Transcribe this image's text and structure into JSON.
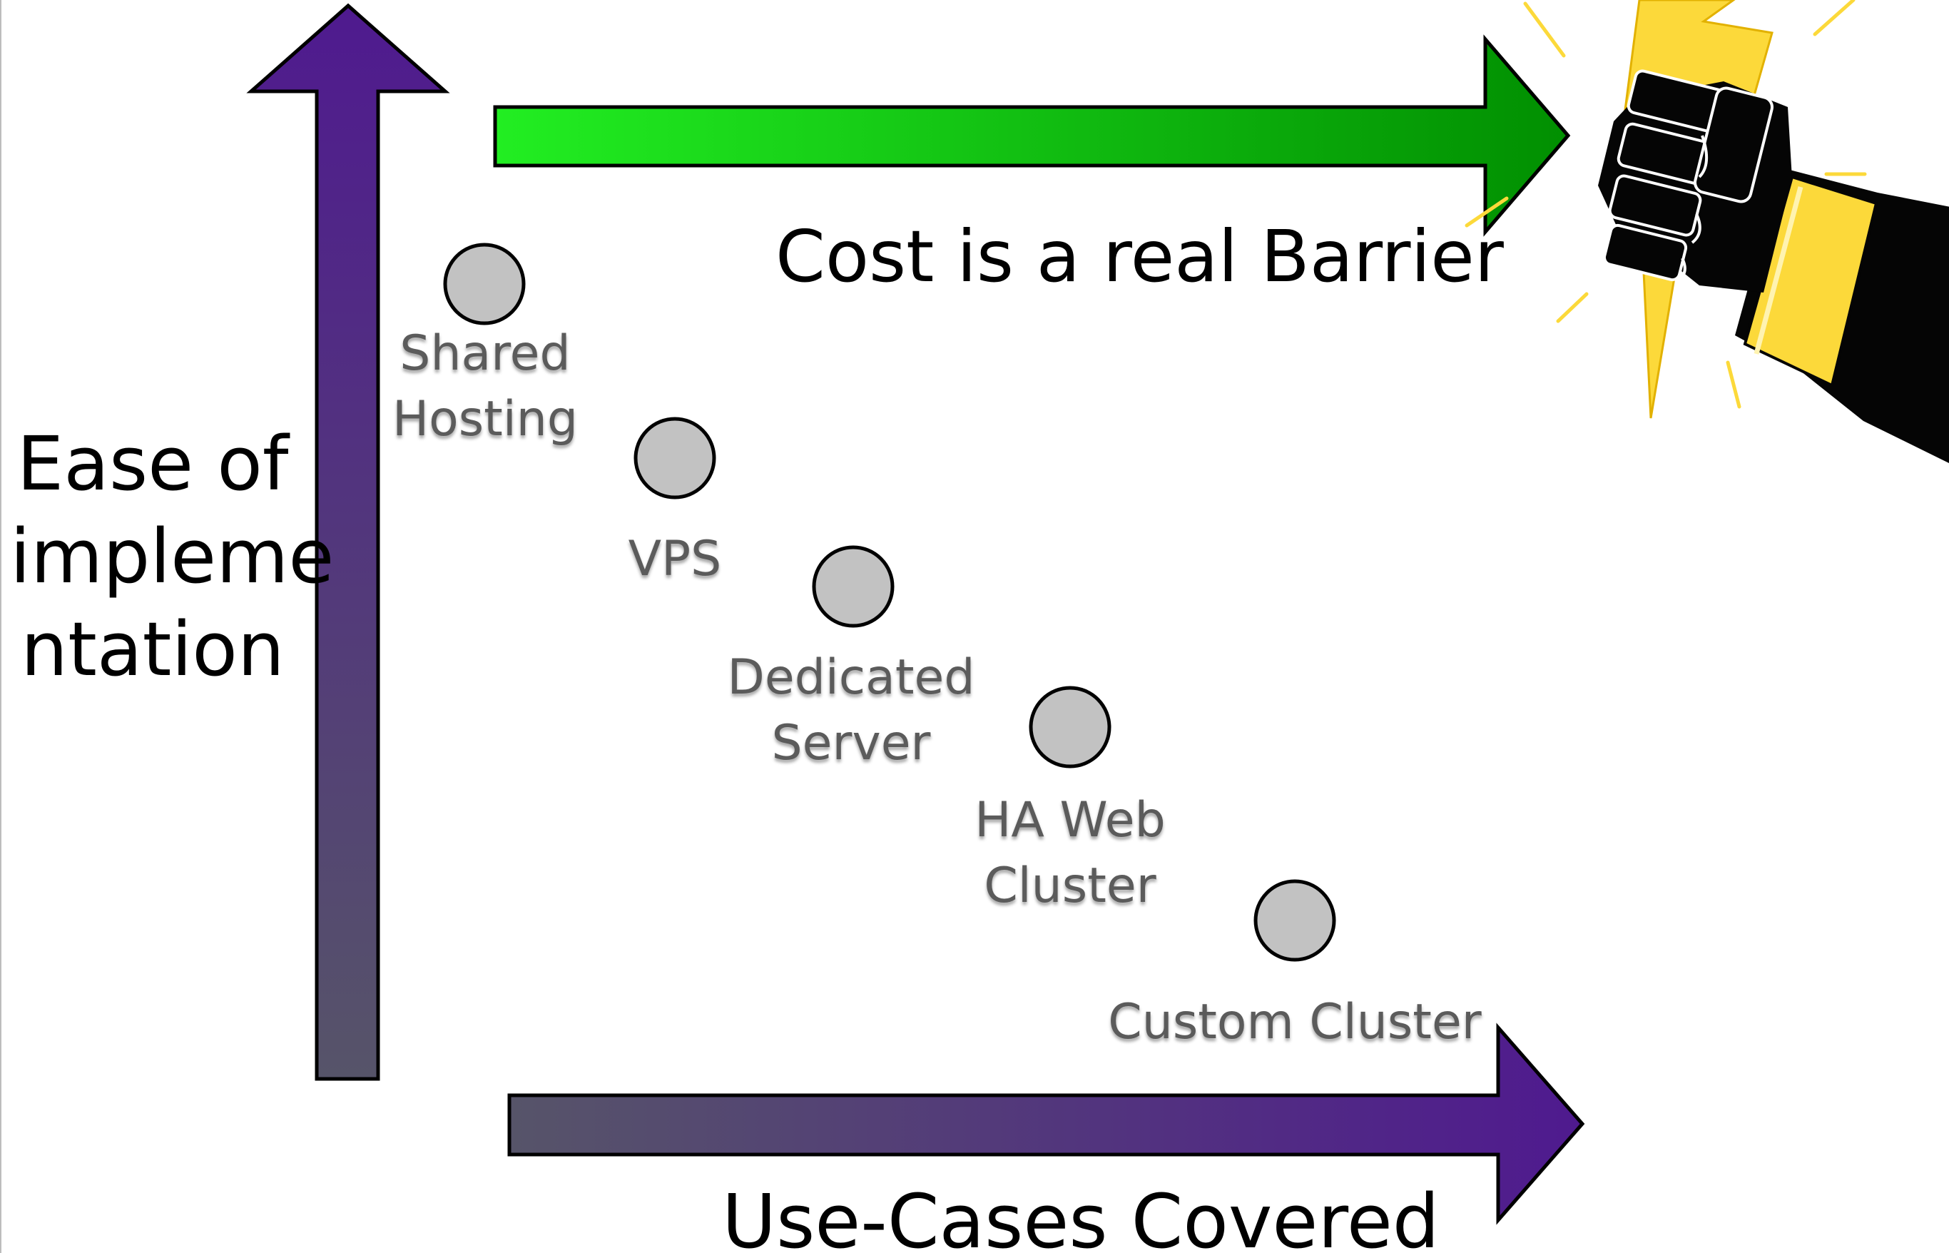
{
  "y_axis": {
    "title_lines": [
      "Ease of",
      "impleme",
      "ntation"
    ],
    "arrow_color_top": "#4f1a8f",
    "arrow_color_bottom": "#565469"
  },
  "top_arrow": {
    "label": "Cost is a real Barrier",
    "color_start": "#22ee22",
    "color_end": "#018f01"
  },
  "x_axis": {
    "title": "Use-Cases Covered",
    "color_start": "#565469",
    "color_end": "#4f1a8f"
  },
  "points": [
    {
      "lines": [
        "Shared",
        "Hosting"
      ]
    },
    {
      "lines": [
        "VPS"
      ]
    },
    {
      "lines": [
        "Dedicated",
        "Server"
      ]
    },
    {
      "lines": [
        "HA Web",
        "Cluster"
      ]
    },
    {
      "lines": [
        "Custom Cluster"
      ]
    }
  ],
  "colors": {
    "point_fill": "#c2c2c2",
    "point_label": "#5b5b5b",
    "glove_black": "#050505",
    "bolt_yellow": "#fcd93a"
  },
  "icons": [
    "fist-icon",
    "lightning-bolt-icon"
  ]
}
